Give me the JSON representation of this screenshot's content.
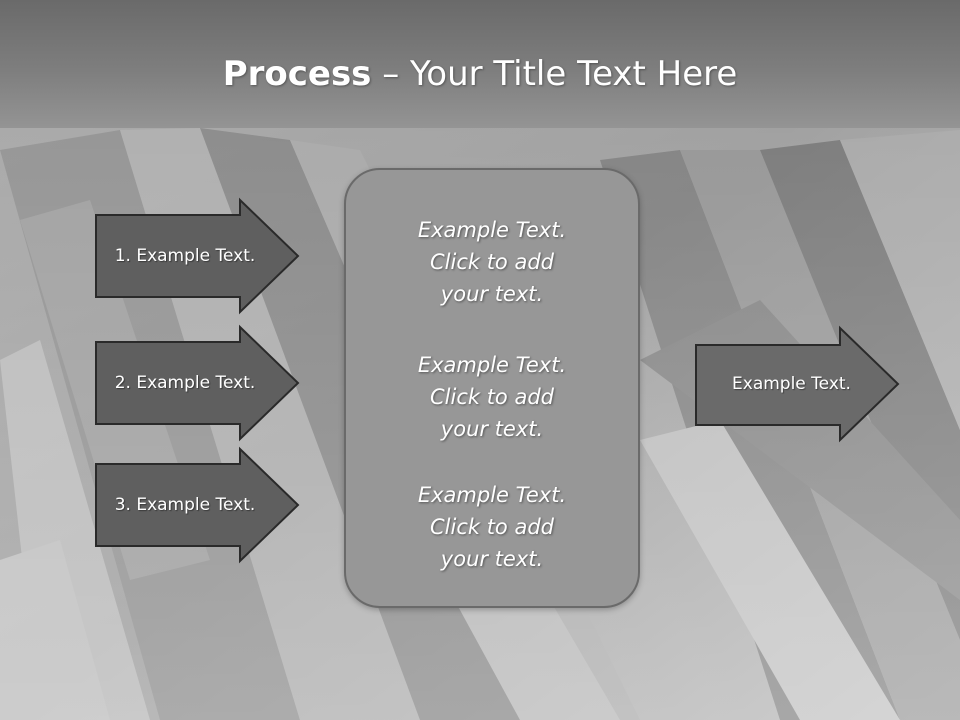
{
  "title": {
    "bold": "Process",
    "rest": " – Your Title Text Here"
  },
  "steps": [
    {
      "label": "1. Example Text."
    },
    {
      "label": "2. Example Text."
    },
    {
      "label": "3. Example Text."
    }
  ],
  "center": {
    "blocks": [
      {
        "line1": "Example Text.",
        "line2": "Click  to add",
        "line3": "your text."
      },
      {
        "line1": "Example Text.",
        "line2": "Click  to add",
        "line3": "your text."
      },
      {
        "line1": "Example Text.",
        "line2": "Click  to add",
        "line3": "your text."
      }
    ]
  },
  "output": {
    "label": "Example Text."
  },
  "colors": {
    "arrow_fill": "#5f5f5f",
    "arrow_stroke": "#2a2a2a",
    "box_fill": "#979797",
    "text": "#ffffff"
  },
  "background": {
    "image": "grayscale-books-photo"
  }
}
